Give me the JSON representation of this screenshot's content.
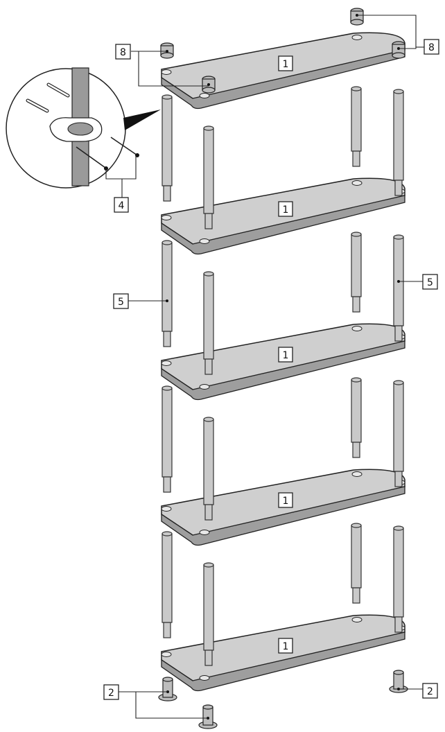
{
  "labels": {
    "shelf": "1",
    "foot": "2",
    "screw": "4",
    "post": "5",
    "cap": "8"
  },
  "colors": {
    "shelf": "#cfcfcf",
    "post": "#c9c9c9",
    "outline": "#222222"
  }
}
